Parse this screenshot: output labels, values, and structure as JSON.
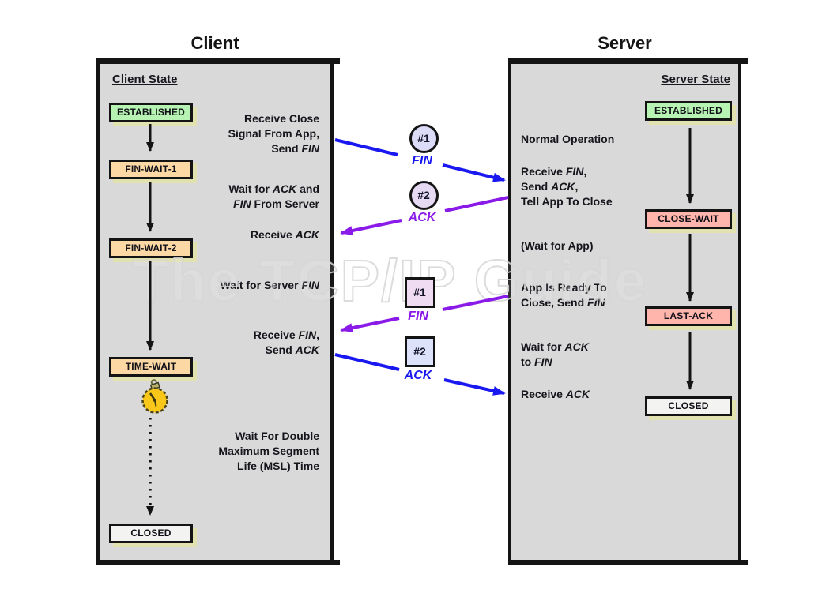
{
  "watermark": "The TCP/IP Guide",
  "colors": {
    "panel_bg": "#d9d9d9",
    "border": "#141414",
    "blue": "#1a18f0",
    "purple": "#8a1ae8",
    "shadow": "#e2e2b0",
    "state_green": "#b7f3b2",
    "state_orange": "#fcd8a4",
    "state_pink": "#ffb4ac",
    "state_white": "#f3f3f1",
    "badge_lavender_blue": "#dcdcf8",
    "badge_lavender_pink": "#e6daf3",
    "badge_pink": "#f0dcf2",
    "badge_blue": "#dce2fa"
  },
  "client": {
    "title": "Client",
    "state_header": "Client State",
    "states": [
      {
        "label": "ESTABLISHED",
        "fill": "state_green"
      },
      {
        "label": "FIN-WAIT-1",
        "fill": "state_orange"
      },
      {
        "label": "FIN-WAIT-2",
        "fill": "state_orange"
      },
      {
        "label": "TIME-WAIT",
        "fill": "state_orange"
      },
      {
        "label": "CLOSED",
        "fill": "state_white"
      }
    ],
    "annotations": [
      [
        "Receive Close",
        "Signal From App,",
        "Send FIN"
      ],
      [
        "Wait for ACK and",
        "FIN From Server"
      ],
      [
        "Receive ACK"
      ],
      [
        "Wait for Server FIN"
      ],
      [
        "Receive FIN,",
        "Send ACK"
      ],
      [
        "Wait For Double",
        "Maximum Segment",
        "Life (MSL) Time"
      ]
    ]
  },
  "server": {
    "title": "Server",
    "state_header": "Server State",
    "states": [
      {
        "label": "ESTABLISHED",
        "fill": "state_green"
      },
      {
        "label": "CLOSE-WAIT",
        "fill": "state_pink"
      },
      {
        "label": "LAST-ACK",
        "fill": "state_pink"
      },
      {
        "label": "CLOSED",
        "fill": "state_white"
      }
    ],
    "annotations": [
      [
        "Normal Operation"
      ],
      [
        "Receive FIN,",
        "Send ACK,",
        "Tell App To Close"
      ],
      [
        "(Wait for App)"
      ],
      [
        "App Is Ready To",
        "Close, Send FIN"
      ],
      [
        "Wait for ACK",
        "to FIN"
      ],
      [
        "Receive ACK"
      ]
    ]
  },
  "messages": [
    {
      "badge": "#1",
      "label": "FIN",
      "shape": "circle",
      "fill": "badge_lavender_blue",
      "label_color": "blue"
    },
    {
      "badge": "#2",
      "label": "ACK",
      "shape": "circle",
      "fill": "badge_lavender_pink",
      "label_color": "purple"
    },
    {
      "badge": "#1",
      "label": "FIN",
      "shape": "square",
      "fill": "badge_pink",
      "label_color": "purple"
    },
    {
      "badge": "#2",
      "label": "ACK",
      "shape": "square",
      "fill": "badge_blue",
      "label_color": "blue"
    }
  ]
}
